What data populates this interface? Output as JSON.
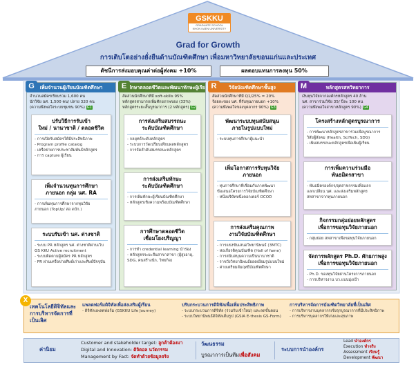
{
  "colors": {
    "roof": "#c9d6ea",
    "roof_stroke": "#8eaadb",
    "navy": "#1f3c88",
    "orange": "#f08a24",
    "red": "#c00000",
    "green_badge": "#3a9a2a"
  },
  "logo": {
    "main": "GSKKU",
    "sub1": "GRADUATE SCHOOL",
    "sub2": "KHON KAEN UNIVERSITY"
  },
  "header": {
    "title": "Grad for Growth",
    "subtitle": "การเติบโตอย่างยั่งยืนด้านบัณฑิตศึกษา เพื่อมหาวิทยาลัยขอนแก่นและประเทศ",
    "kpi_left": "ดัชนีการส่งมอบคุณค่าต่อผู้ส่งคม +10%",
    "kpi_right": "ผลตอบแทนการลงทุน 50%"
  },
  "pillars": [
    {
      "letter": "G",
      "color": "#2e75b6",
      "letter_color": "#2e75b6",
      "head": "เพิ่มจำนวนผู้เรียนบัณฑิตศึกษา",
      "kpi": [
        "จำนวนสมัครเรียนรวม 1,600 คน",
        "นักวิจัย นศ. 1,500 คน/ ปลาย 320 คน",
        "(ความพึงพอใจระบบชุมชน 90%)"
      ],
      "badge": "G1",
      "cards": [
        {
          "title": "ปรับวิธีการรับเข้า",
          "title2": "ใหม่ / นานาชาติ / ตลอดชีวิต",
          "items": [
            "- การเปิดรับสมัครให้มีประสิทธิภาพ",
            "- Program profile catalog",
            "- เครือข่ายการประชาสัมพันธ์หลักสูตร",
            "- การ capture ผู้เรียน"
          ]
        },
        {
          "title": "เพิ่มจำนวนทุนการศึกษา",
          "title2": "ภายนอก กลุ่ม นศ. RA",
          "items": [
            "- การเพิ่มทุนการศึกษาจากทุนวิจัย",
            "  ภายนอก (TopUp/ ล่อ ดบัก.)"
          ]
        },
        {
          "title": "ระบบรับเข้า นศ. ต่างชาติ",
          "title2": "",
          "items": [
            "- ระบบ PR หลักสูตร นศ. ต่างชาติผ่านเว็บ",
            "  GS KKU Active recruitment",
            "- ระบบติดตามผู้สมัคร PR หลักสูตร",
            "- PR ผ่านเครือข่ายศิษย์เก่าและศิษย์ปัจจุบัน"
          ]
        }
      ]
    },
    {
      "letter": "E",
      "color": "#548235",
      "letter_color": "#548235",
      "head": "การศึกษาตลอดชีวิตและพัฒนาทักษะผู้เรียนสมรรถนะ",
      "kpi": [
        "สัดส่วนนักศึกษาที่มี soft-skills 95%",
        "หลักสูตรสามารถเพิ่มศักยภาพของ (33%)",
        "หลักสูตรระยะสั้นบูรณาการ (2 หลักสูตร)"
      ],
      "badge": "G2",
      "cards": [
        {
          "title": "การส่งเสริมสมรรถนะ",
          "title2": "ระดับบัณฑิตศึกษา",
          "items": [
            "- กลยุทธ์ระดับหลักสูตร",
            "- ระบบการวัดเปรียบเทียบผลหลักสูตร",
            "- การจัดลำดับสมรรถนะหลักสูตร"
          ]
        },
        {
          "title": "การส่งเสริมทักษะ",
          "title2": "ระดับบัณฑิตศึกษา",
          "items": [
            "- การเพิ่มทักษะผู้เรียนบัณฑิตศึกษา",
            "- หลักสูตรเชิงความพร้อมบัณฑิตศึกษา"
          ]
        },
        {
          "title": "การศึกษาตลอดชีวิต",
          "title2": "เชื่อมโยงปริญญา",
          "items": [
            "- การทำ credential learning นำร่อง",
            "- หลักสูตรระยะสั้นสาขาสาขา (ผู้สูงอายุ,",
            "  SDG, คนสร้างนัก, วิทยกิจ)"
          ]
        }
      ]
    },
    {
      "letter": "R",
      "color": "#e07a22",
      "letter_color": "#e07a22",
      "head": "วิจัยบัณฑิตศึกษาชั้นสูง",
      "kpi": [
        "สัดส่วนนักศึกษาที่มี Q1/25% = 20%",
        "ร้อยละของ นศ. ที่รับทุนภายนอก +10%",
        "(ความพึงพอใจของบุคลากร 90%)"
      ],
      "badge": "G3",
      "cards": [
        {
          "title": "พัฒนาระบบทุนสนับสนุน",
          "title2": "ภายในรูปแบบใหม่",
          "items": [
            "- ระบบทุนการศึกษาผู้แนะนำ"
          ]
        },
        {
          "title": "เพิ่มโอกาสการรับทุนวิจัย",
          "title2": "ภายนอก",
          "items": [
            "- ทุนการศึกษาที่เชื่อมกับภาคพัฒนา",
            "  ข้อเสนอโครงการวิจัยบัณฑิตศึกษา",
            "- หนึ่งบริษัทหนึ่งคอกเตอร์ OCOD"
          ]
        },
        {
          "title": "การส่งเสริมคุณภาพ",
          "title2": "งานวิจัยบัณฑิตศึกษา",
          "items": [
            "- การแข่งขันเสนอวิทยานิพนธ์ (3MTC)",
            "- หอเกียรติคุณบัณฑิต (Hall of fame)",
            "- การสนับสนุนความเป็นนานาชาติ",
            "- ราชวังวิทยานิพนธ์ยอดเยี่ยมรูปแบบใหม่",
            "- ค่ายเตรียมสัมฤทธิ์บัณฑิตศึกษา"
          ]
        }
      ]
    },
    {
      "letter": "M",
      "color": "#7030a0",
      "letter_color": "#7030a0",
      "head": "หลักสูตรสหวิทยาการ",
      "kpi": [
        "เงินทุนวิจัยจากองค์กรหลักสูตร 40 ล้าน",
        "นศ. สาขาร่วมวิจัย 35/ ปีละ 100 คน",
        "(ความพึงพอใจสาขาหลักสูตร 90%)"
      ],
      "badge": "G4",
      "cards": [
        {
          "title": "โครงสร้างหลักสูตรบูรณาการ",
          "title2": "",
          "items": [
            "- การพัฒนาหลักสูตรสาขาร่วมเพื่อบูรณาการ",
            "  วิสัยผู้สังคม (Health, SciTech, SDG)",
            "- เพิ่มสมรรถนะหลักสูตรเพื่อเพิ่มผู้เรียน"
          ]
        },
        {
          "title": "การเพิ่มความร่วมมือ",
          "title2": "พันธมิตรสาขา",
          "items": [
            "- พันธมิตรองค์กร/อุตสาหกรรมเพื่อแลก",
            "  แลกเปลี่ยน นศ. และส่งเสริมหลักสูตร",
            "  สหสาขาจากทุนภายนอก"
          ]
        },
        {
          "title": "กิจกรรมกลุ่มย่อยหลักสูตร",
          "title2": "เพื่อการขอทุนวิจัยภายนอก",
          "items": [
            "- กลุ่มย่อย สหสาขาเพื่อขอทุนวิจัยภายนอก"
          ]
        },
        {
          "title": "จัดการหลักสูตร Ph.D. ศักยภาพสูง",
          "title2": "เพื่อการขอทุนวิจัยภายนอก",
          "items": [
            "- Ph.D. ของทุนวิจัยผ่านโครงการภายนอก",
            "- การบริหารงาน บว.แบบมุ่งเป้า"
          ]
        }
      ]
    }
  ],
  "enabler": {
    "letter": "X",
    "left_title": "เทคโนโลยีดิจิทัลและการบริหารจัดการที่เป็นเลิศ",
    "cols": [
      {
        "title": "แพลตฟอร์มดิจิทัลเพื่อส่งเสริมผู้เรียน",
        "items": [
          "- ดิจิทัลแพลตฟอร์ม (GSKKU Life Journey)"
        ]
      },
      {
        "title": "ปรับกระบวนการดิจิทัลเพื่อเพิ่มประสิทธิภาพ",
        "items": [
          "- ระบบกระบวนการดิจิทัล (ร่วมรับเข้าใหม่) และลดขั้นตอน",
          "- ระบบวิทยานิพนธ์ดิจิทัลเต็มรูป (GSIA E-thesis GS-Form)"
        ]
      },
      {
        "title": "การบริหารจัดการบัณฑิตวิทยาลัยที่เป็นเลิศ",
        "items": [
          "- การบริหารงานบุคลากรเชิงรุกบูรณาการที่มีประสิทธิภาพ",
          "- การบริหารบุคลากรให้เก่งและสุขภาพ"
        ]
      }
    ]
  },
  "base": {
    "values_head": "ค่านิยม",
    "values": [
      {
        "pre": "Customer and stakeholder target: ",
        "hl": "ลูกค้าต้องมา"
      },
      {
        "pre": "Digital and Innovation: ",
        "hl": "ดิจิตอล นวัตกรรม"
      },
      {
        "pre": "Management by Fact: ",
        "hl": "จัดทำด้วยข้อมูลจริง"
      }
    ],
    "culture_head": "วัฒนธรรม",
    "culture_pre": "บูรณาการเป็นทีม",
    "culture_hl": "เพื่อสังคม",
    "leader_head": "ระบบการนำองค์กร",
    "leader": [
      {
        "pre": "Lead ",
        "hl": "นำองค์กร"
      },
      {
        "pre": "Execution ",
        "hl": "ทำจริง"
      },
      {
        "pre": "Assessment ",
        "hl": "เรียนรู้"
      },
      {
        "pre": "Development ",
        "hl": "พัฒนา"
      }
    ]
  }
}
